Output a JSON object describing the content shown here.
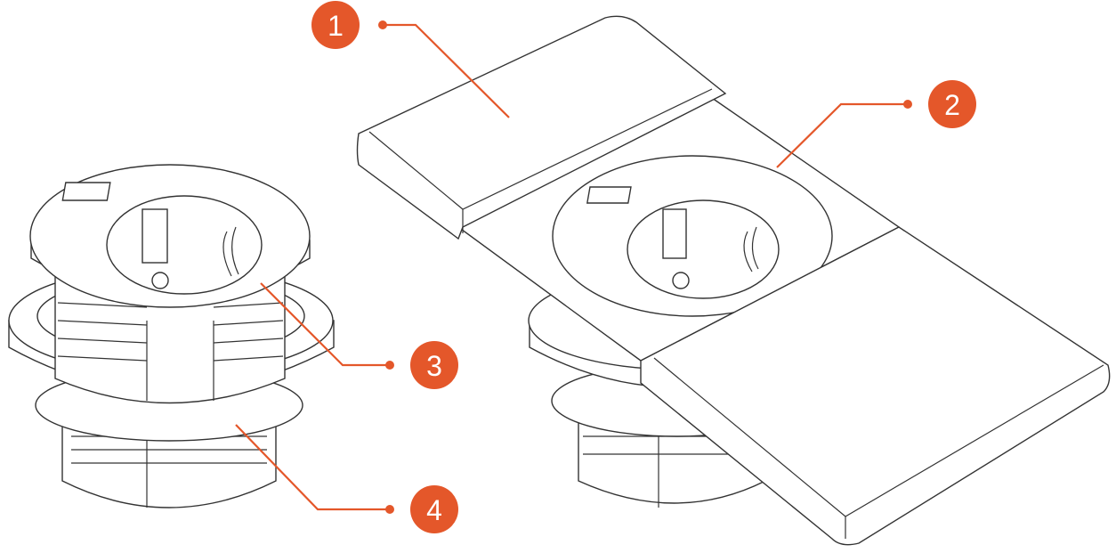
{
  "accent_color": "#e4572a",
  "callouts": [
    {
      "number": "1"
    },
    {
      "number": "2"
    },
    {
      "number": "3"
    },
    {
      "number": "4"
    }
  ]
}
